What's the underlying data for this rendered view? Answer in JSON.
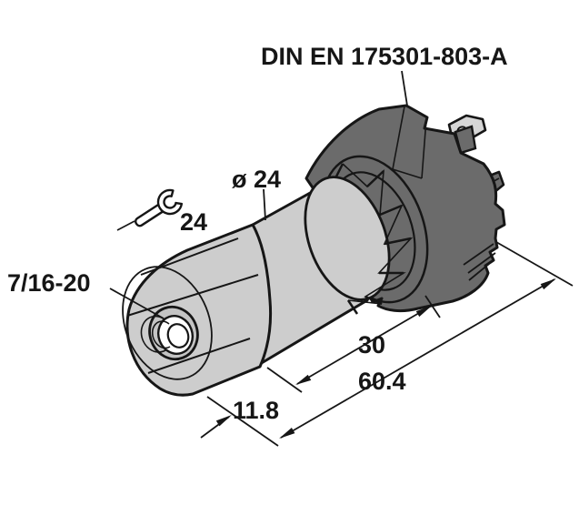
{
  "drawing": {
    "kind": "technical dimensional drawing",
    "device": "pressure sensor with plug connector",
    "colors": {
      "background": "#ffffff",
      "outline": "#161616",
      "metal_fill": "#cdcdcd",
      "bore_fill": "#c4c4c4",
      "connector_fill": "#6b6b6b",
      "terminal_fill": "#d6d6d6"
    },
    "labels": {
      "connector_standard": "DIN EN 175301-803-A",
      "body_diameter": "ø 24",
      "wrench_size": "24",
      "thread": "7/16-20"
    },
    "dimensions": {
      "body_length": "30",
      "overall_length": "60.4",
      "hex_length": "11.8"
    },
    "icons": [
      {
        "name": "wrench-icon",
        "meaning": "spanner / wrench size indicator"
      }
    ]
  }
}
